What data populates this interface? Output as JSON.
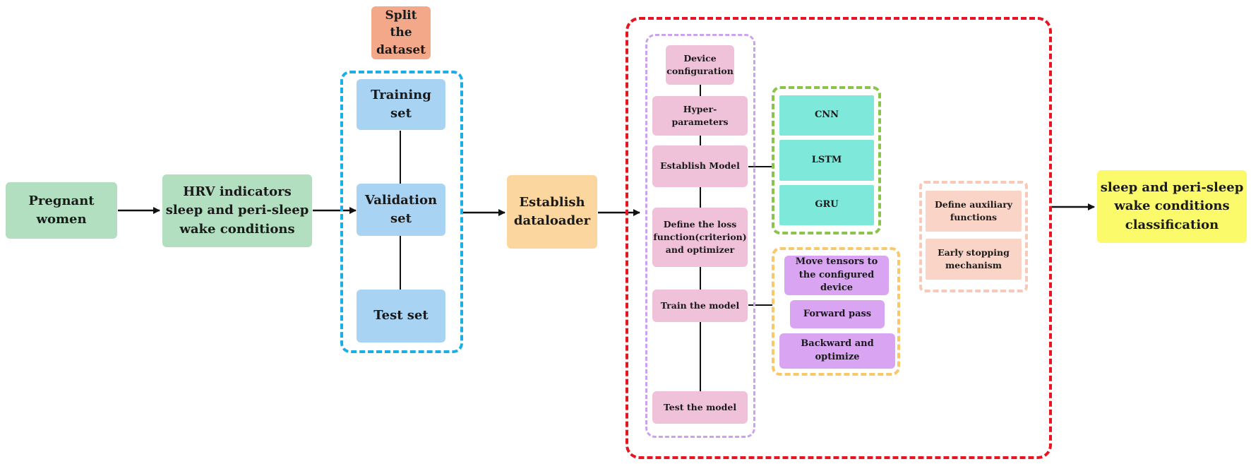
{
  "diagram": {
    "nodes": {
      "pregnant_women": "Pregnant women",
      "hrv_indicators": "HRV indicators sleep and peri-sleep wake conditions",
      "split_dataset": "Split the dataset",
      "training_set": "Training set",
      "validation_set": "Validation set",
      "test_set": "Test set",
      "establish_dataloader": "Establish dataloader",
      "device_configuration": "Device configuration",
      "hyper_parameters": "Hyper-parameters",
      "establish_model": "Establish Model",
      "define_loss": "Define the loss function(criterion) and optimizer",
      "train_model": "Train the model",
      "test_model": "Test the model",
      "cnn": "CNN",
      "lstm": "LSTM",
      "gru": "GRU",
      "move_tensors": "Move tensors to the configured device",
      "forward_pass": "Forward pass",
      "backward_optimize": "Backward and optimize",
      "define_auxiliary": "Define auxiliary functions",
      "early_stopping": "Early stopping mechanism",
      "classification": "sleep and peri-sleep wake conditions classification"
    },
    "colors": {
      "green": "#b2dfbf",
      "blue": "#a9d3f3",
      "salmon": "#f2a889",
      "orange": "#fbd79f",
      "pink": "#f0c2da",
      "teal": "#7ee9da",
      "purple": "#d9a5f3",
      "peach": "#fad4c6",
      "yellow": "#fafa6a",
      "dash_blue": "#1aaee6",
      "dash_red": "#e8141f",
      "dash_lavender": "#cba2f0",
      "dash_green": "#8ac44a",
      "dash_orange": "#f9c86a",
      "dash_peach": "#f8c8b8"
    }
  }
}
